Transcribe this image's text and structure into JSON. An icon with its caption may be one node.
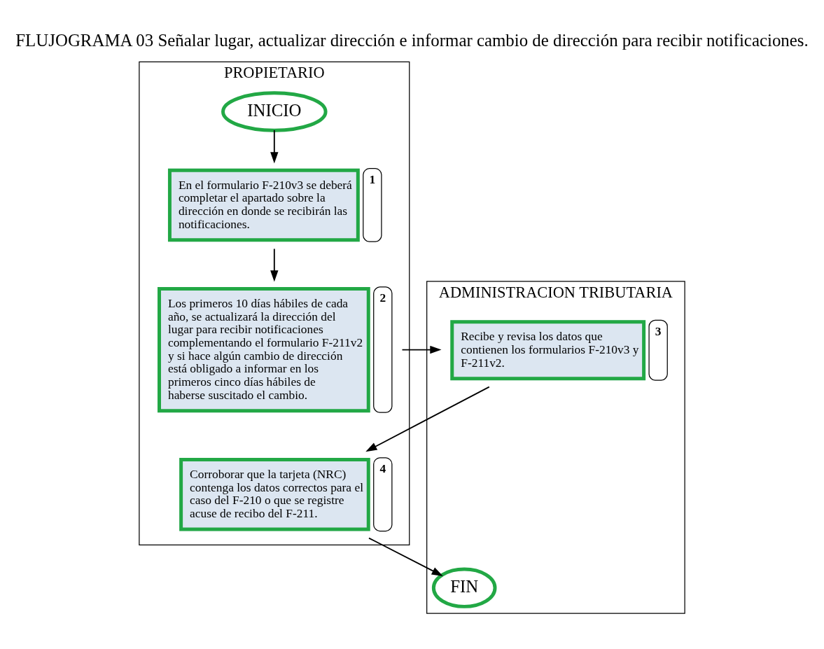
{
  "diagram": {
    "title": "FLUJOGRAMA 03 Señalar lugar, actualizar dirección e informar cambio de dirección para recibir notificaciones.",
    "nodes": [
      {
        "text": [
          "PROPIETARIO"
        ]
      },
      {
        "text": [
          "ADMINISTRACION TRIBUTARIA"
        ]
      },
      {
        "text": [
          "INICIO"
        ],
        "in": 0
      },
      {
        "text": [
          "En el formulario F-210v3 se deberá completar el apartado sobre la dirección en donde se recibirán las notificaciones."
        ],
        "in": 0,
        "beside": [
          "1"
        ]
      },
      {
        "text": [
          "Los primeros 10 días hábiles de cada año, se actualizará la dirección del lugar para recibir notificaciones complementando el formulario F-211v2 y si hace algún cambio de dirección está obligado a informar en los primeros cinco días hábiles de haberse suscitado el cambio."
        ],
        "in": 0,
        "beside": [
          "2"
        ]
      },
      {
        "text": [
          "Recibe y revisa los datos que contienen los formularios F-210v3 y F-211v2."
        ],
        "in": 1,
        "beside": [
          "3"
        ]
      },
      {
        "text": [
          "Corroborar que la tarjeta (NRC) contenga los datos correctos para el caso del F-210 o que se registre acuse de recibo del F-211."
        ],
        "in": 0,
        "beside": [
          "4"
        ]
      },
      {
        "text": [
          "FIN"
        ],
        "in": 1
      }
    ],
    "edges": [
      {
        "from": 2,
        "to": 3,
        "arrow": "to"
      },
      {
        "from": 3,
        "to": 4,
        "arrow": "to"
      },
      {
        "from": 4,
        "to": 5,
        "arrow": "to"
      },
      {
        "from": 5,
        "to": 6,
        "arrow": "to"
      },
      {
        "from": 6,
        "to": 7,
        "arrow": "to"
      }
    ]
  }
}
